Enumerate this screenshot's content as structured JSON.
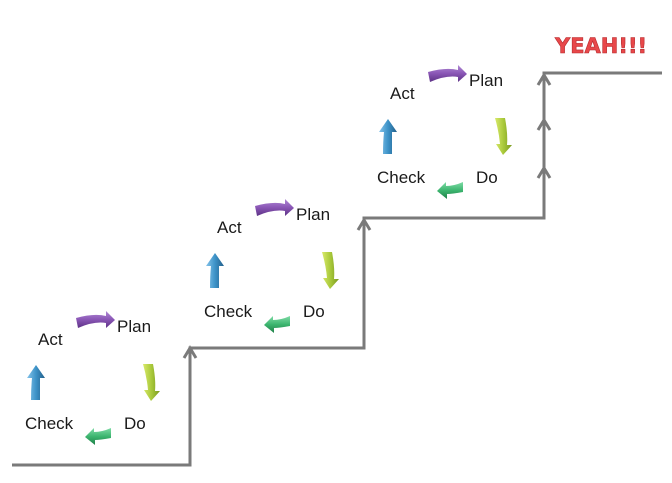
{
  "title": "YEAH!!!",
  "cycle_labels": {
    "act": "Act",
    "plan": "Plan",
    "do": "Do",
    "check": "Check"
  },
  "colors": {
    "staircase": "#7a7a7a",
    "act_to_plan": "#8a56b5",
    "plan_to_do": "#a8c83a",
    "do_to_check": "#3cb56f",
    "check_to_act": "#3d93c8",
    "title": "#e8484a"
  },
  "cycles": [
    {
      "id": "step-1"
    },
    {
      "id": "step-2"
    },
    {
      "id": "step-3"
    }
  ]
}
